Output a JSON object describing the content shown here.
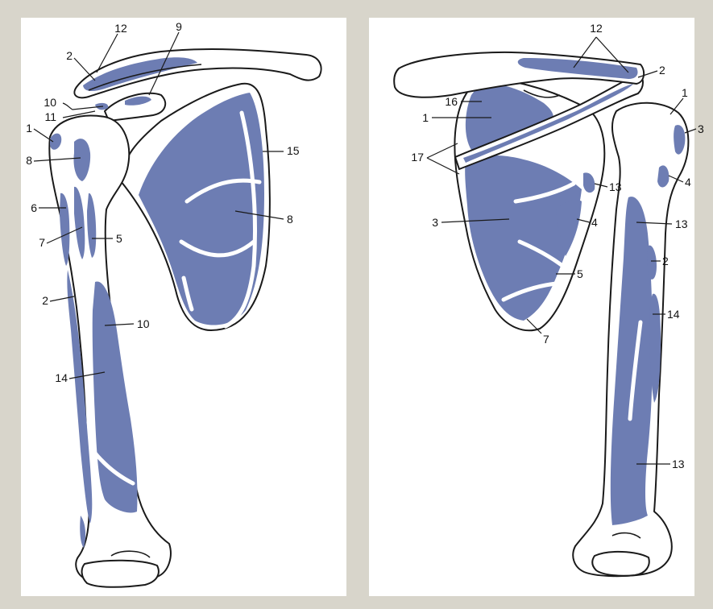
{
  "colors": {
    "background": "#d8d5cb",
    "panel": "#ffffff",
    "attachment": "#6d7db3",
    "outline": "#1a1a1a"
  },
  "anterior_view": {
    "labels": {
      "l12": "12",
      "l9": "9",
      "l2_top": "2",
      "l10_top": "10",
      "l11": "11",
      "l1": "1",
      "l8_head": "8",
      "l15": "15",
      "l6": "6",
      "l8_scap": "8",
      "l7": "7",
      "l5": "5",
      "l2_shaft": "2",
      "l10_shaft": "10",
      "l14": "14"
    }
  },
  "posterior_view": {
    "labels": {
      "l12": "12",
      "l2": "2",
      "l1_right": "1",
      "l16": "16",
      "l1_left": "1",
      "l3_right": "3",
      "l17": "17",
      "l4_right": "4",
      "l13_upper": "13",
      "l3_scap": "3",
      "l4_scap": "4",
      "l13_mid": "13",
      "l2_shaft": "2",
      "l5": "5",
      "l14": "14",
      "l7": "7",
      "l13_lower": "13"
    }
  }
}
